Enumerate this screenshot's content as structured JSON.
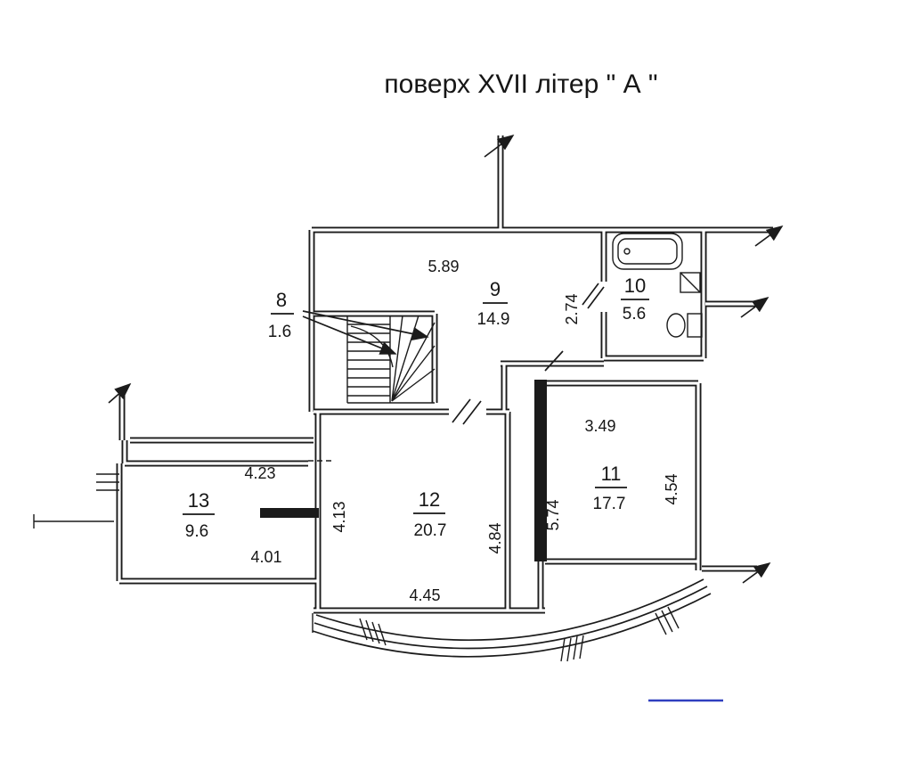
{
  "title": "поверх  XVII літер \" А \"",
  "rooms": {
    "r8": {
      "number": "8",
      "area": "1.6"
    },
    "r9": {
      "number": "9",
      "area": "14.9"
    },
    "r10": {
      "number": "10",
      "area": "5.6"
    },
    "r11": {
      "number": "11",
      "area": "17.7"
    },
    "r12": {
      "number": "12",
      "area": "20.7"
    },
    "r13": {
      "number": "13",
      "area": "9.6"
    }
  },
  "dimensions": {
    "room9_top": "5.89",
    "room9_side": "2.74",
    "room11_top": "3.49",
    "room11_right": "4.54",
    "room11_left": "5.74",
    "room12_left": "4.13",
    "room12_right": "4.84",
    "room12_bottom": "4.45",
    "room13_top": "4.23",
    "room13_bottom": "4.01"
  },
  "colors": {
    "ink": "#1b1b1b",
    "accent": "#2f3fbf",
    "paper": "#ffffff"
  }
}
